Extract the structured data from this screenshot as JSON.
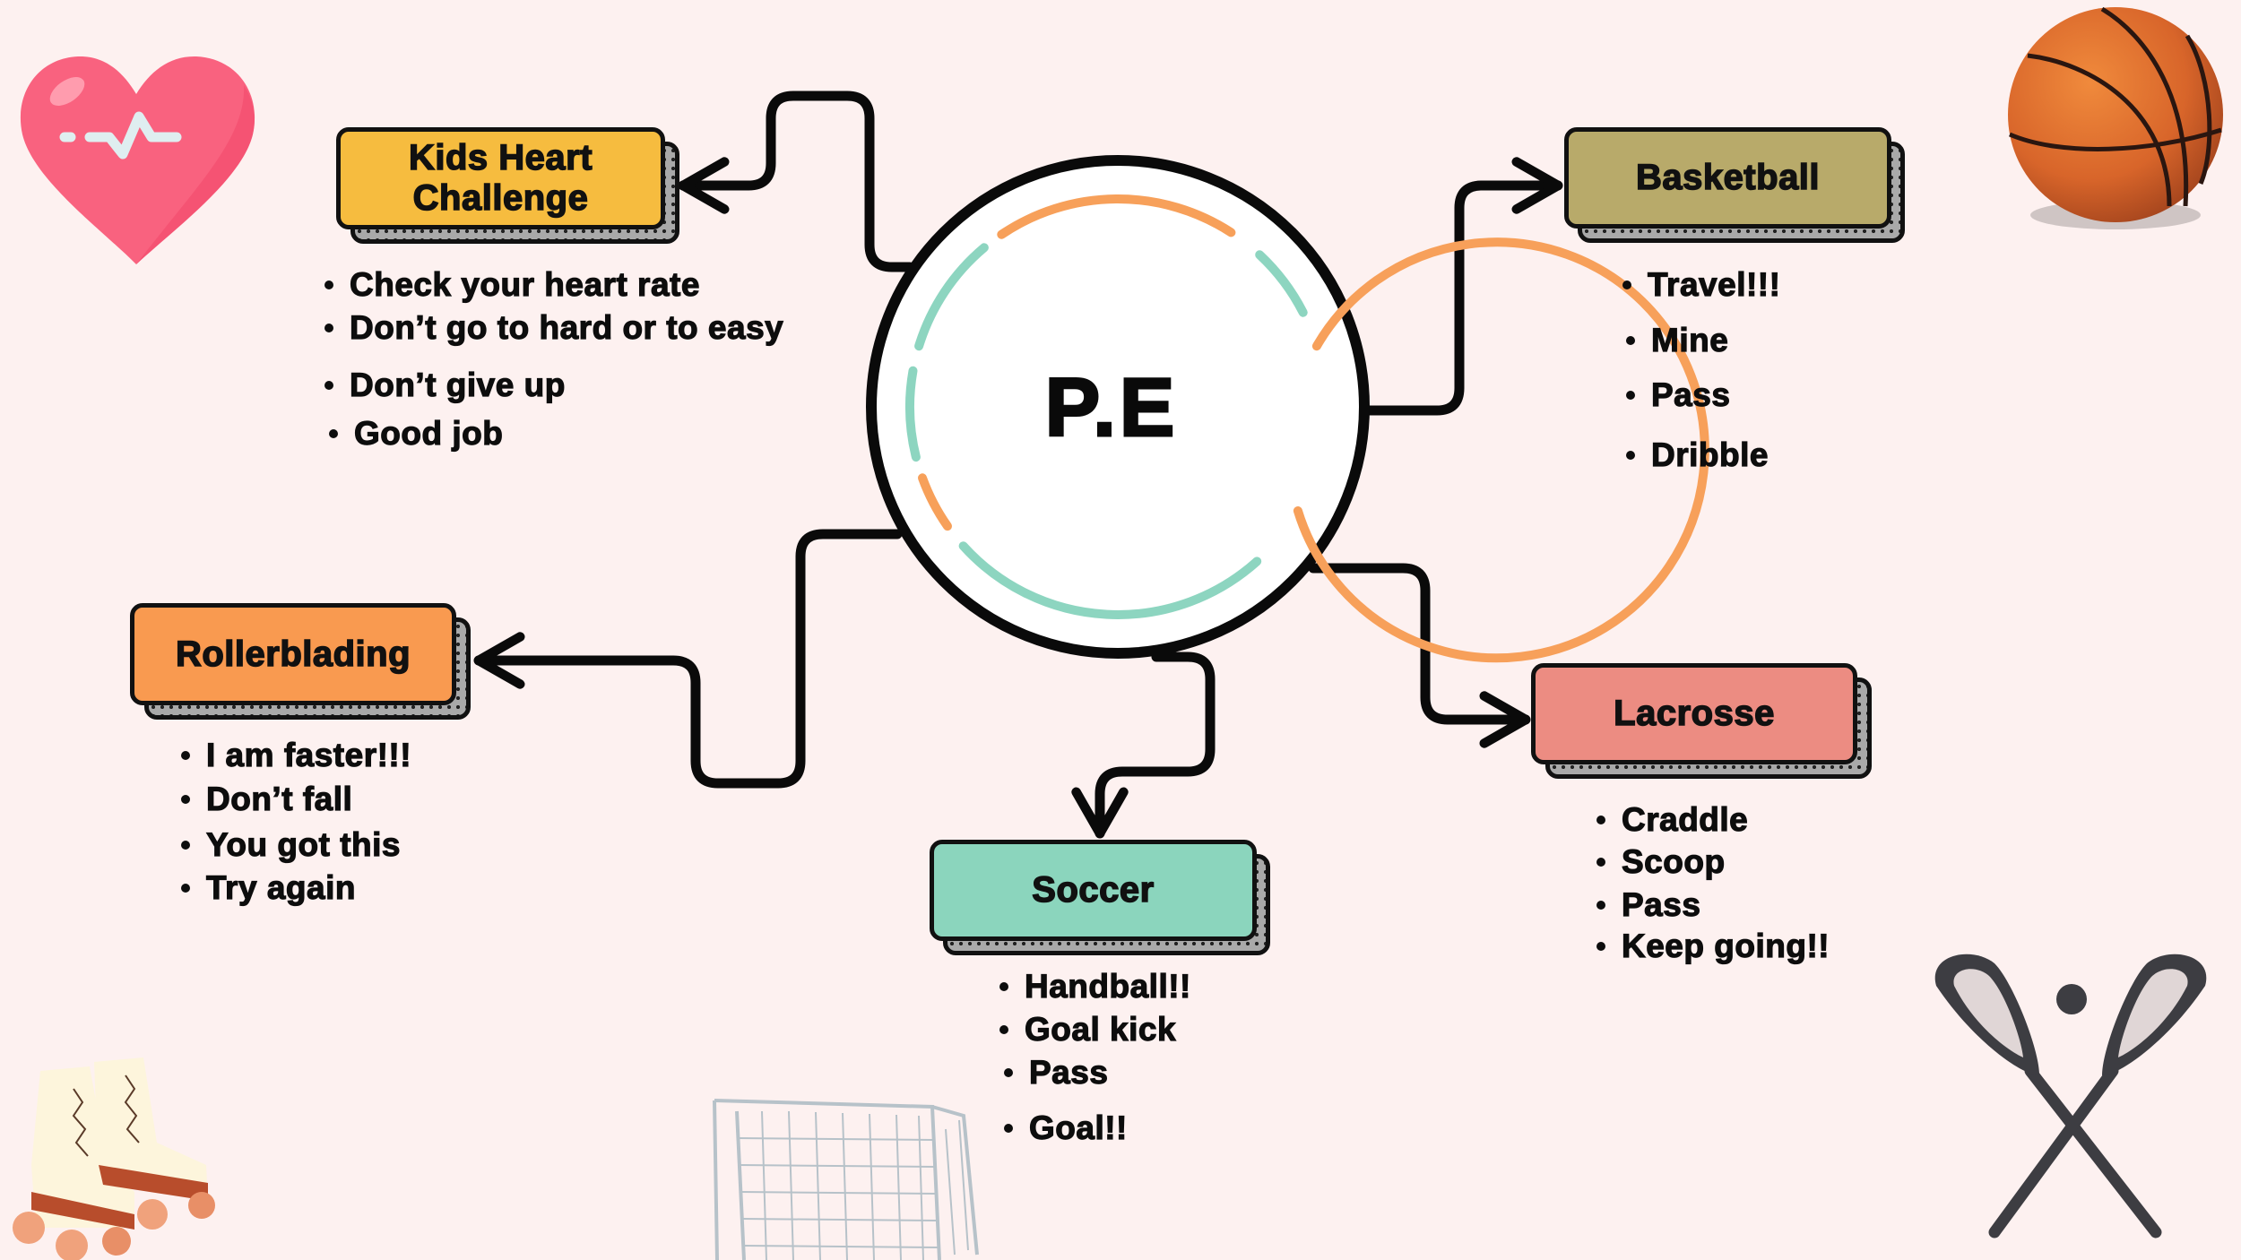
{
  "center": {
    "title": "P.E"
  },
  "colors": {
    "background": "#fdf1f0",
    "kids_heart": "#f6bc3f",
    "basketball": "#b8aa6a",
    "rollerblading": "#f99a50",
    "soccer": "#8bd5bd",
    "lacrosse": "#ec8c82",
    "ring_orange": "#f7a05a",
    "ring_teal": "#8dd5c0"
  },
  "topics": {
    "kids_heart": {
      "label_line1": "Kids Heart",
      "label_line2": "Challenge",
      "bullets": [
        "Check your heart rate",
        "Don’t go to hard or to easy",
        "Don’t give up",
        "Good job"
      ]
    },
    "basketball": {
      "label": "Basketball",
      "bullets": [
        "Travel!!!",
        "Mine",
        "Pass",
        "Dribble"
      ]
    },
    "rollerblading": {
      "label": "Rollerblading",
      "bullets": [
        "I am faster!!!",
        "Don’t fall",
        "You got this",
        "Try again"
      ]
    },
    "soccer": {
      "label": "Soccer",
      "bullets": [
        "Handball!!",
        "Goal kick",
        "Pass",
        "Goal!!"
      ]
    },
    "lacrosse": {
      "label": "Lacrosse",
      "bullets": [
        "Craddle",
        "Scoop",
        "Pass",
        "Keep going!!"
      ]
    }
  },
  "icons": {
    "heart": "heart-rate-icon",
    "basketball": "basketball-icon",
    "skates": "roller-skates-icon",
    "goal": "soccer-goal-icon",
    "lacrosse": "lacrosse-sticks-icon"
  }
}
